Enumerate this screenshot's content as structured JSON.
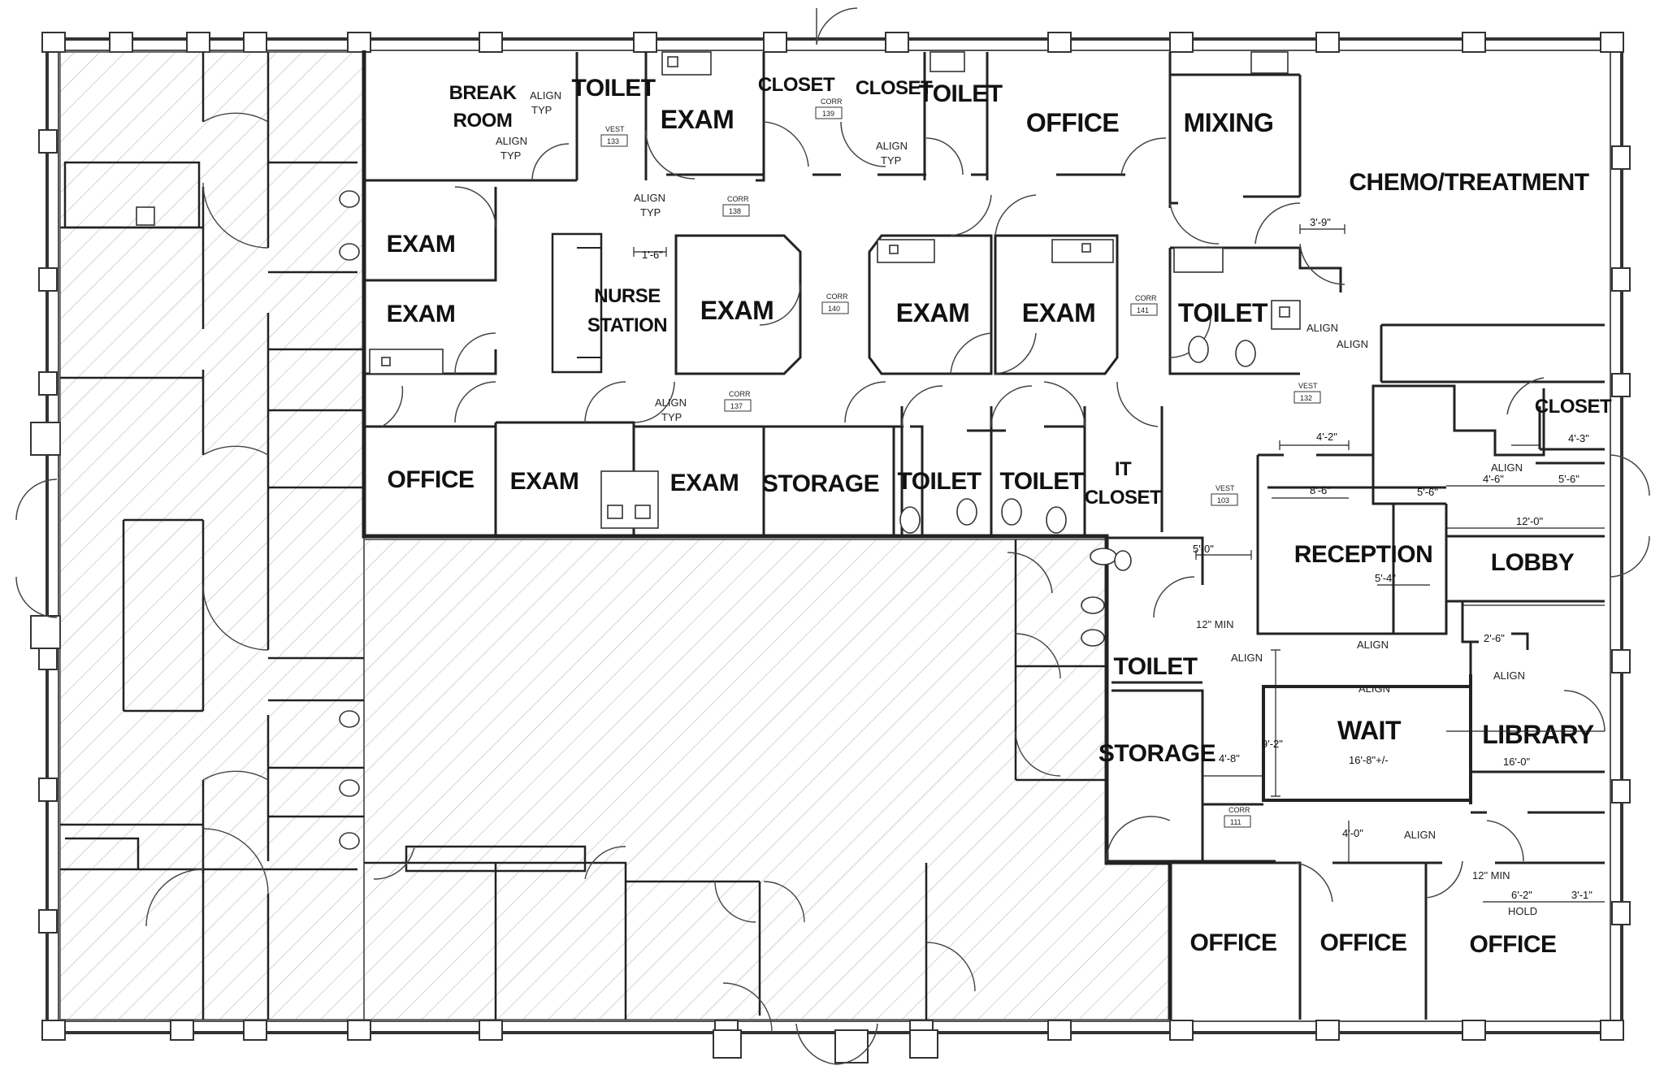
{
  "plan": {
    "rooms": {
      "break_room": "BREAK ROOM",
      "break_room_l1": "BREAK",
      "break_room_l2": "ROOM",
      "toilet_1": "TOILET",
      "exam_1": "EXAM",
      "closet_1": "CLOSET",
      "closet_2": "CLOSET",
      "toilet_2": "TOILET",
      "office_1": "OFFICE",
      "mixing": "MIXING",
      "chemo": "CHEMO/TREATMENT",
      "exam_2": "EXAM",
      "exam_3": "EXAM",
      "nurse_l1": "NURSE",
      "nurse_l2": "STATION",
      "exam_4": "EXAM",
      "exam_5": "EXAM",
      "exam_6": "EXAM",
      "toilet_3": "TOILET",
      "closet_3": "CLOSET",
      "office_2": "OFFICE",
      "exam_7": "EXAM",
      "exam_8": "EXAM",
      "storage_1": "STORAGE",
      "toilet_4": "TOILET",
      "toilet_5": "TOILET",
      "it_l1": "IT",
      "it_l2": "CLOSET",
      "reception": "RECEPTION",
      "lobby": "LOBBY",
      "toilet_6": "TOILET",
      "storage_2": "STORAGE",
      "wait": "WAIT",
      "library": "LIBRARY",
      "office_3": "OFFICE",
      "office_4": "OFFICE",
      "office_5": "OFFICE"
    },
    "notes": {
      "align_typ_1a": "ALIGN",
      "align_typ_1b": "TYP",
      "align_typ_2a": "ALIGN",
      "align_typ_2b": "TYP",
      "align_typ_3a": "ALIGN",
      "align_typ_3b": "TYP",
      "align_typ_4a": "ALIGN",
      "align_typ_4b": "TYP",
      "align_typ_5a": "ALIGN",
      "align_typ_5b": "TYP",
      "align_1": "ALIGN",
      "align_2": "ALIGN",
      "align_3": "ALIGN",
      "align_4": "ALIGN",
      "align_5": "ALIGN",
      "align_6": "ALIGN",
      "align_7": "ALIGN",
      "align_8": "ALIGN",
      "hold": "HOLD",
      "min_1": "12\" MIN",
      "min_2": "12\" MIN"
    },
    "tags": {
      "vest_133_a": "VEST",
      "vest_133_b": "133",
      "corr_139_a": "CORR",
      "corr_139_b": "139",
      "corr_138_a": "CORR",
      "corr_138_b": "138",
      "corr_140_a": "CORR",
      "corr_140_b": "140",
      "corr_141_a": "CORR",
      "corr_141_b": "141",
      "corr_137_a": "CORR",
      "corr_137_b": "137",
      "vest_132_a": "VEST",
      "vest_132_b": "132",
      "vest_103_a": "VEST",
      "vest_103_b": "103",
      "corr_111_a": "CORR",
      "corr_111_b": "111"
    },
    "dims": {
      "d1": "3'-9\"",
      "d2": "1'-6\"",
      "d3": "4'-2\"",
      "d4": "4'-3\"",
      "d5": "4'-6\"",
      "d6": "5'-6\"",
      "d7": "12'-0\"",
      "d8": "8'-6\"",
      "d9": "5'-0\"",
      "d10": "5'-4\"",
      "d11": "9'-2\"",
      "d12": "16'-8\"+/-",
      "d13": "16'-0\"",
      "d14": "4'-8\"",
      "d15": "6'-2\"",
      "d16": "3'-1\"",
      "d17": "4'-0\"",
      "d18": "2'-6\"",
      "d19": "5'-6\""
    }
  }
}
